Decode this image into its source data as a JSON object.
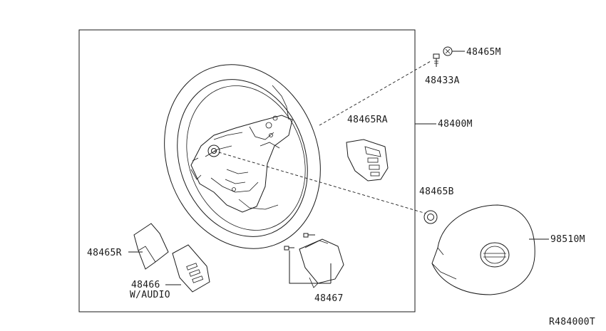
{
  "labels": {
    "p48465M": "48465M",
    "p48433A": "48433A",
    "p48465RA": "48465RA",
    "p48400M": "48400M",
    "p48465B": "48465B",
    "p98510M": "98510M",
    "p48465R": "48465R",
    "p48466": "48466",
    "w_audio": "W/AUDIO",
    "p48467": "48467",
    "ref_code": "R484000T"
  }
}
